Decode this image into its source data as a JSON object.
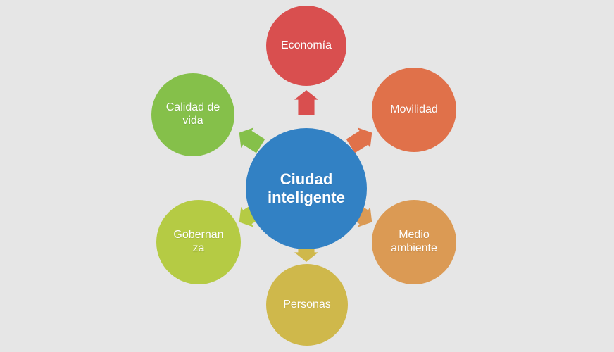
{
  "diagram": {
    "background_color": "#e6e6e6",
    "type": "hub-and-spoke",
    "hub": {
      "label": "Ciudad\ninteligente",
      "color": "#3281c4",
      "text_color": "#ffffff"
    },
    "nodes": [
      {
        "id": "economia",
        "label": "Economía",
        "color": "#d94f4f",
        "position": "top"
      },
      {
        "id": "movilidad",
        "label": "Movilidad",
        "color": "#e0714a",
        "position": "top-right"
      },
      {
        "id": "medio",
        "label": "Medio\nambiente",
        "color": "#db9a54",
        "position": "bottom-right"
      },
      {
        "id": "personas",
        "label": "Personas",
        "color": "#cfb84b",
        "position": "bottom"
      },
      {
        "id": "gobernanza",
        "label": "Gobernan\nza",
        "color": "#b5cb44",
        "position": "bottom-left"
      },
      {
        "id": "calidad",
        "label": "Calidad de\nvida",
        "color": "#85c04a",
        "position": "top-left"
      }
    ],
    "connectors": [
      {
        "id": "economia",
        "color": "#d94f4f",
        "direction": "up"
      },
      {
        "id": "movilidad",
        "color": "#e0714a",
        "direction": "up-right"
      },
      {
        "id": "medio",
        "color": "#db9a54",
        "direction": "down-right"
      },
      {
        "id": "personas",
        "color": "#cfb84b",
        "direction": "down"
      },
      {
        "id": "gobernanza",
        "color": "#b5cb44",
        "direction": "down-left"
      },
      {
        "id": "calidad",
        "color": "#85c04a",
        "direction": "up-left"
      }
    ]
  }
}
